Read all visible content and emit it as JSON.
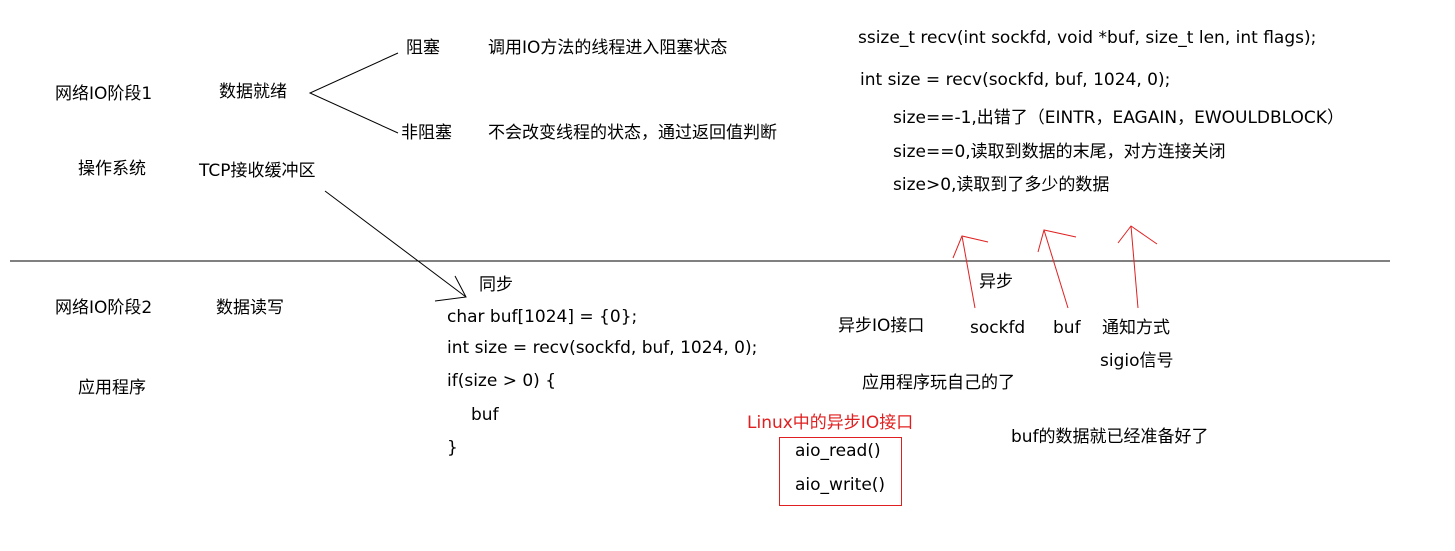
{
  "left": {
    "stage1": "网络IO阶段1",
    "os": "操作系统",
    "data_ready": "数据就绪",
    "tcp_buffer": "TCP接收缓冲区",
    "stage2": "网络IO阶段2",
    "app": "应用程序",
    "data_rw": "数据读写"
  },
  "branches": {
    "blocking": "阻塞",
    "blocking_desc": "调用IO方法的线程进入阻塞状态",
    "nonblocking": "非阻塞",
    "nonblocking_desc": "不会改变线程的状态，通过返回值判断"
  },
  "recv": {
    "signature": "ssize_t recv(int sockfd, void *buf, size_t len, int flags);",
    "call": "int size = recv(sockfd, buf, 1024, 0);",
    "ret1": "size==-1,出错了（EINTR，EAGAIN，EWOULDBLOCK）",
    "ret2": "size==0,读取到数据的末尾，对方连接关闭",
    "ret3": "size>0,读取到了多少的数据"
  },
  "sync": {
    "label": "同步",
    "code": [
      "char buf[1024] = {0};",
      "int size = recv(sockfd, buf, 1024, 0);",
      "if(size > 0) {",
      "buf",
      "}"
    ]
  },
  "async": {
    "label": "异步",
    "interface": "异步IO接口",
    "sockfd": "sockfd",
    "buf": "buf",
    "notify": "通知方式",
    "sigio": "sigio信号",
    "app_own": "应用程序玩自己的了",
    "buf_ready": "buf的数据就已经准备好了",
    "linux_title": "Linux中的异步IO接口",
    "aio_read": "aio_read()",
    "aio_write": "aio_write()"
  },
  "colors": {
    "accent_red": "#e02020",
    "ink": "#000000"
  }
}
